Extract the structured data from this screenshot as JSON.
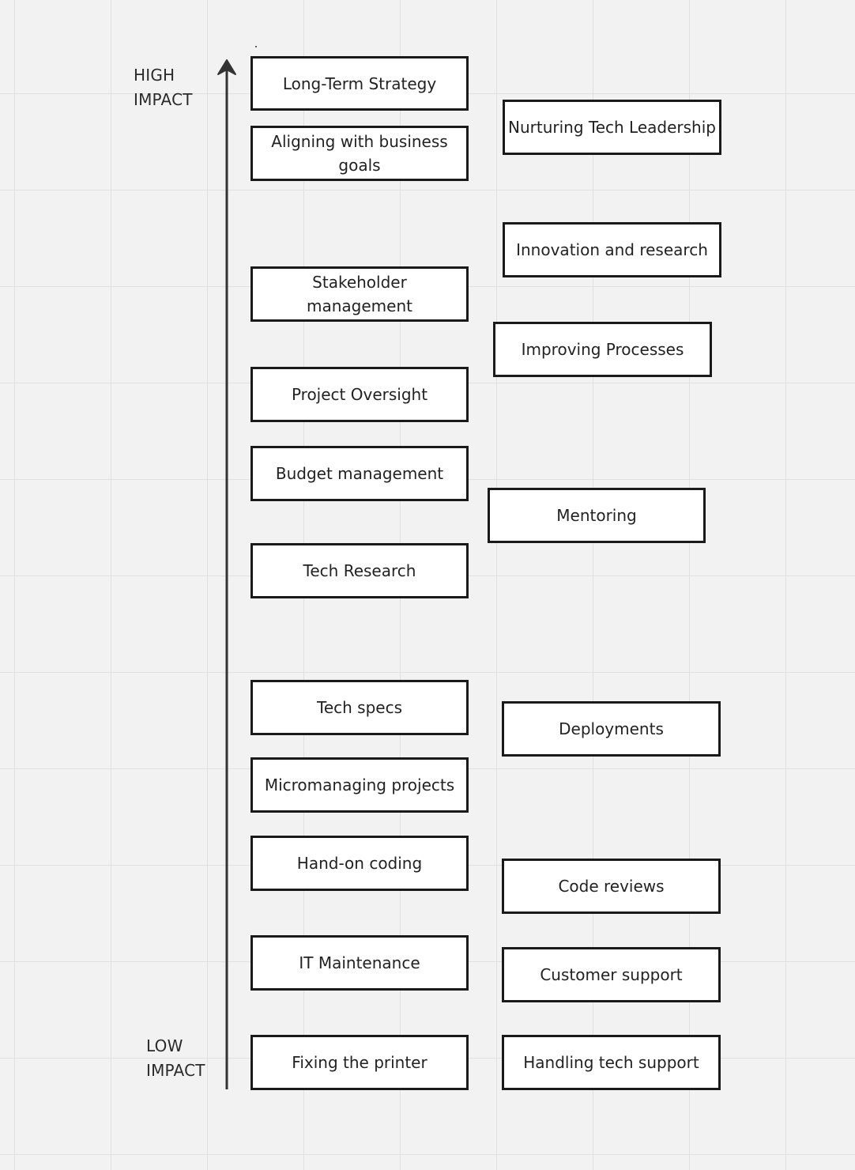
{
  "axis": {
    "high_label": "HIGH\nIMPACT",
    "low_label": "LOW\nIMPACT"
  },
  "left_column": [
    "Long-Term Strategy",
    "Aligning with business goals",
    "Stakeholder management",
    "Project Oversight",
    "Budget management",
    "Tech Research",
    "Tech specs",
    "Micromanaging projects",
    "Hand-on coding",
    "IT Maintenance",
    "Fixing the printer"
  ],
  "right_column": [
    "Nurturing Tech Leadership",
    "Innovation and research",
    "Improving Processes",
    "Mentoring",
    "Deployments",
    "Code reviews",
    "Customer support",
    "Handling tech support"
  ],
  "colors": {
    "background": "#f2f2f2",
    "grid": "#e0e0e0",
    "box_border": "#1a1a1a",
    "box_fill": "#ffffff",
    "axis": "#333333"
  }
}
